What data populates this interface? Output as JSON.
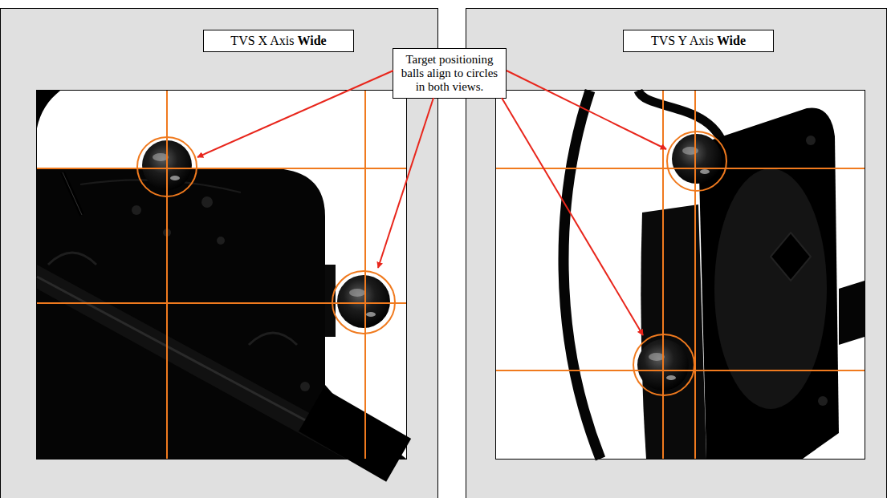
{
  "diagram": {
    "nodes": [
      {
        "text": [
          "TVS X Axis",
          "Wide"
        ]
      },
      {
        "text": [
          "TVS Y Axis",
          "Wide"
        ]
      },
      {
        "text": [
          "Target positioning balls align to circles in both views."
        ]
      }
    ]
  }
}
